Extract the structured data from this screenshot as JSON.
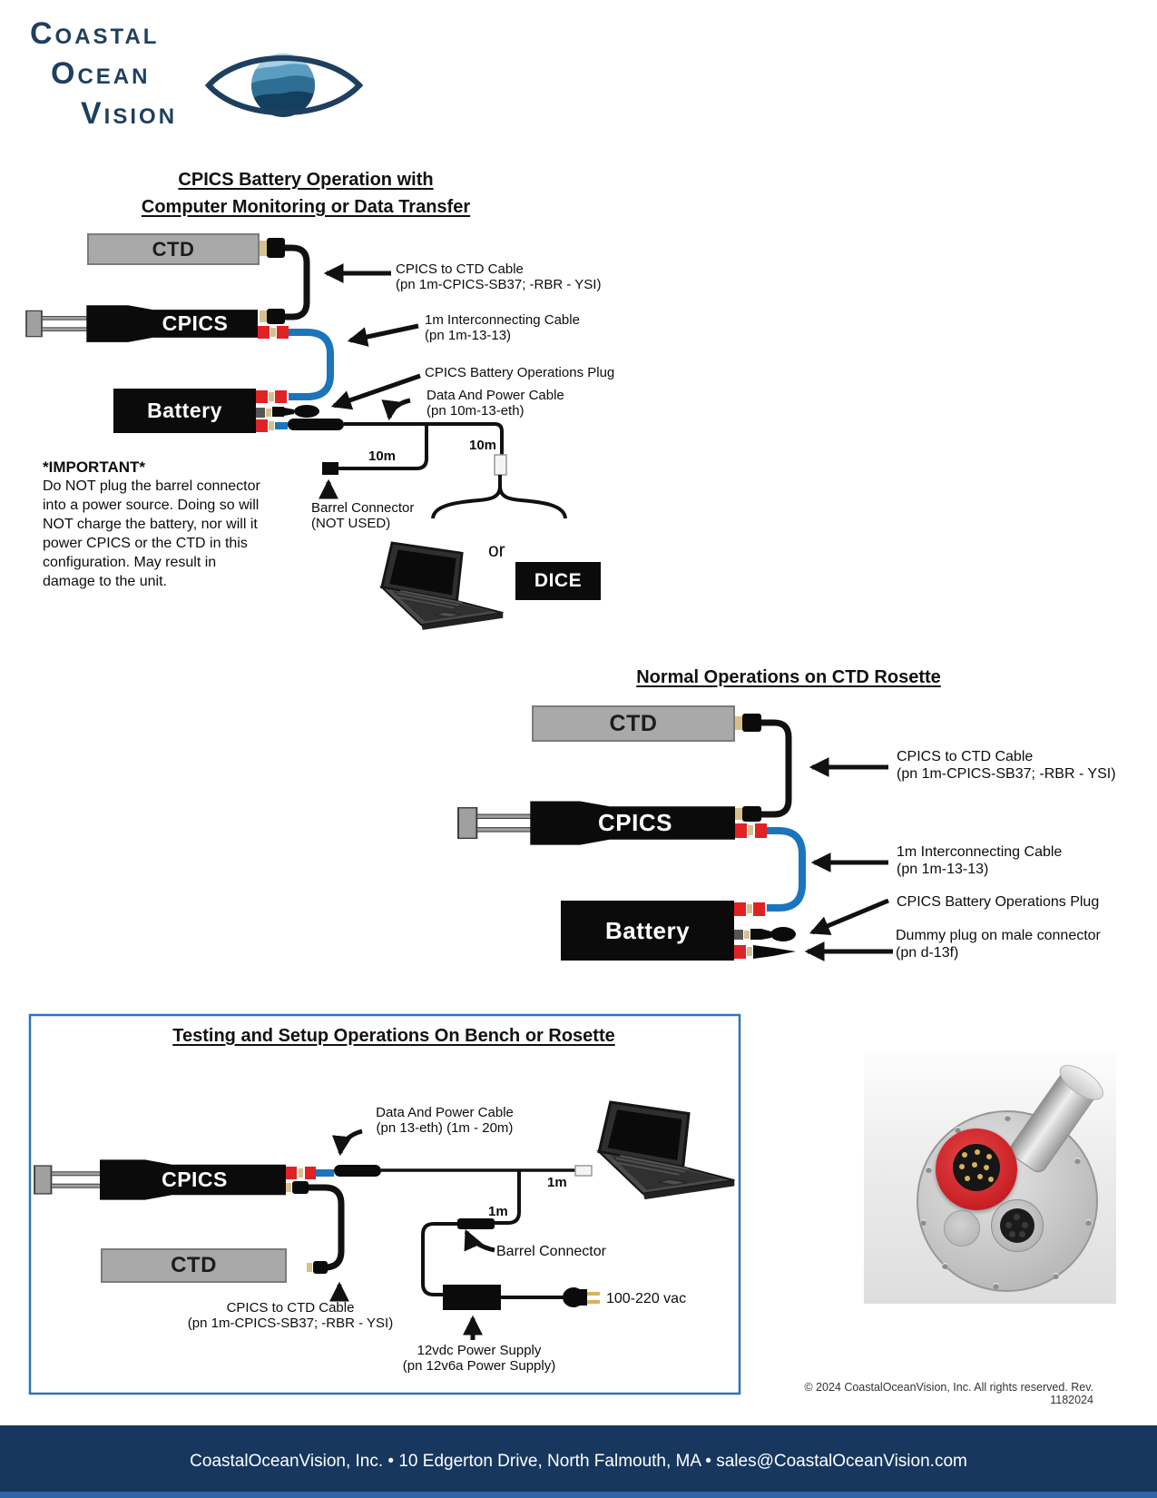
{
  "logo": {
    "word1": "Coastal",
    "word2": "Ocean",
    "word3": "Vision"
  },
  "colors": {
    "navy": "#1e3f5f",
    "footer_bar": "#17375e",
    "box_border": "#2e74b5",
    "cable_blue": "#1b75bc",
    "connector_red": "#e02225",
    "connector_tan": "#d8c08e",
    "device_black": "#0b0b0b",
    "ctd_gray": "#a9a9a9"
  },
  "diagram1": {
    "title_lines": [
      "CPICS Battery Operation with",
      "Computer Monitoring or Data Transfer"
    ],
    "devices": {
      "ctd": "CTD",
      "cpics": "CPICS",
      "battery": "Battery",
      "dice": "DICE"
    },
    "labels": {
      "ctd_cable": [
        "CPICS to CTD Cable",
        "(pn 1m-CPICS-SB37; -RBR - YSI)"
      ],
      "interconnect": [
        "1m Interconnecting Cable",
        "(pn 1m-13-13)"
      ],
      "battery_plug": "CPICS Battery Operations Plug",
      "data_power": [
        "Data And Power Cable",
        "(pn 10m-13-eth)"
      ],
      "length_left": "10m",
      "length_right": "10m",
      "barrel": [
        "Barrel Connector",
        "(NOT USED)"
      ],
      "or": "or"
    },
    "important": {
      "title": "*IMPORTANT*",
      "lines": [
        "Do NOT plug the barrel connector",
        "into a power source. Doing so will",
        "NOT charge the battery, nor will it",
        "power CPICS or the CTD in this",
        "configuration. May result in",
        "damage to the unit."
      ]
    }
  },
  "diagram2": {
    "title": "Normal Operations on CTD Rosette",
    "devices": {
      "ctd": "CTD",
      "cpics": "CPICS",
      "battery": "Battery"
    },
    "labels": {
      "ctd_cable": [
        "CPICS to CTD Cable",
        "(pn 1m-CPICS-SB37; -RBR - YSI)"
      ],
      "interconnect": [
        "1m Interconnecting Cable",
        "(pn 1m-13-13)"
      ],
      "battery_plug": "CPICS Battery Operations Plug",
      "dummy_plug": [
        "Dummy plug on male connector",
        "(pn d-13f)"
      ]
    }
  },
  "diagram3": {
    "title": "Testing and Setup Operations On Bench or Rosette",
    "devices": {
      "cpics": "CPICS",
      "ctd": "CTD"
    },
    "labels": {
      "data_power": [
        "Data And Power Cable",
        "(pn 13-eth)  (1m - 20m)"
      ],
      "length_top": "1m",
      "length_mid": "1m",
      "barrel": "Barrel Connector",
      "ctd_cable": [
        "CPICS to CTD Cable",
        "(pn 1m-CPICS-SB37; -RBR - YSI)"
      ],
      "vac": "100-220 vac",
      "psu": [
        "12vdc Power Supply",
        "(pn 12v6a Power Supply)"
      ]
    }
  },
  "footer": {
    "copyright": "© 2024 CoastalOceanVision, Inc. All rights reserved. Rev. 1182024",
    "contact": "CoastalOceanVision, Inc. • 10 Edgerton Drive, North Falmouth, MA • sales@CoastalOceanVision.com"
  }
}
